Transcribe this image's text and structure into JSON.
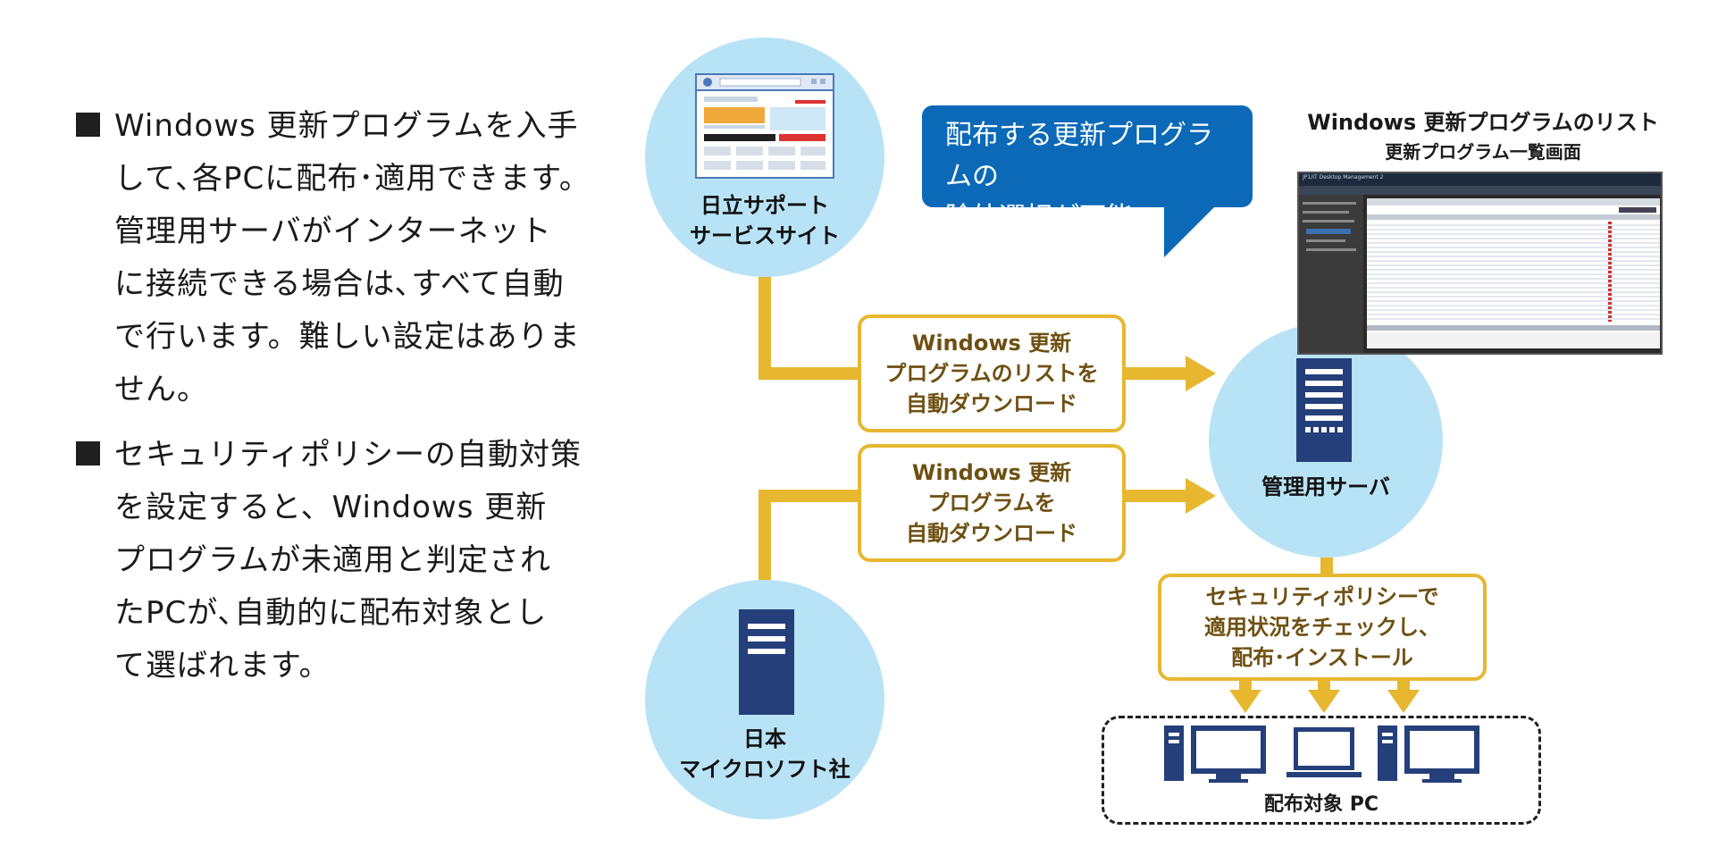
{
  "bullets": [
    "Windows 更新プログラムを入手\nして､各PCに配布･適用できます。\n管理用サーバがインターネット\nに接続できる場合は､すべて自動\nで行います。難しい設定はありま\nせん。",
    "セキュリティポリシーの自動対策\nを設定すると、Windows 更新\nプログラムが未適用と判定され\nたPCが､自動的に配布対象とし\nて選ばれます。"
  ],
  "nodes": {
    "hitachi": "日立サポート\nサービスサイト",
    "microsoft": "日本\nマイクロソフト社",
    "server": "管理用サーバ",
    "targets": "配布対象 PC"
  },
  "labels": {
    "list_download": "Windows 更新\nプログラムのリストを\n自動ダウンロード",
    "program_download": "Windows 更新\nプログラムを\n自動ダウンロード",
    "distribute": "セキュリティポリシーで\n適用状況をチェックし、\n配布･インストール"
  },
  "bubble": "配布する更新プログラムの\n除外選択が可能",
  "screenshot": {
    "title": "Windows 更新プログラムのリスト",
    "subtitle": "更新プログラム一覧画面",
    "app_name": "JP1/IT Desktop Management 2"
  },
  "colors": {
    "circle": "#b8e3f7",
    "pipe": "#e7b730",
    "label_text": "#6e5012",
    "bubble": "#0b69b7",
    "navy_icon": "#243f7a"
  }
}
